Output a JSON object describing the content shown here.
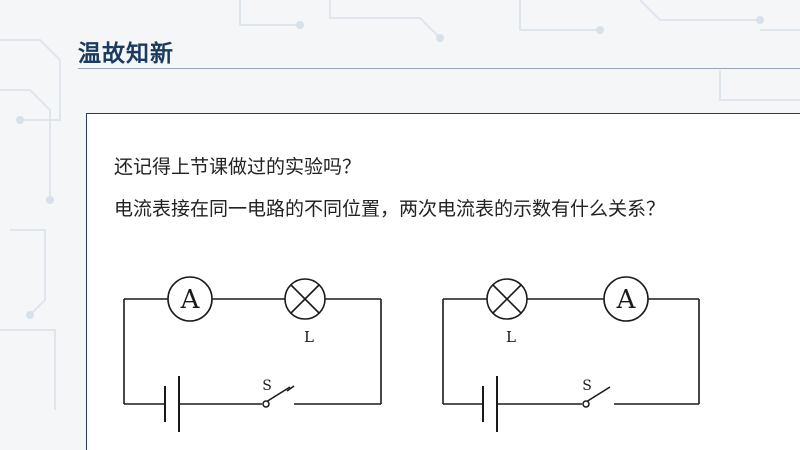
{
  "slide": {
    "title": "温故知新",
    "question_1": "还记得上节课做过的实验吗？",
    "question_2": "电流表接在同一电路的不同位置，两次电流表的示数有什么关系？"
  },
  "circuit_left": {
    "ammeter_symbol": "A",
    "lamp_label": "L",
    "switch_label": "S"
  },
  "circuit_right": {
    "ammeter_symbol": "A",
    "lamp_label": "L",
    "switch_label": "S"
  },
  "colors": {
    "title": "#1a3a5e",
    "line": "#1a1a1a",
    "panel_border": "#2c3e57"
  }
}
